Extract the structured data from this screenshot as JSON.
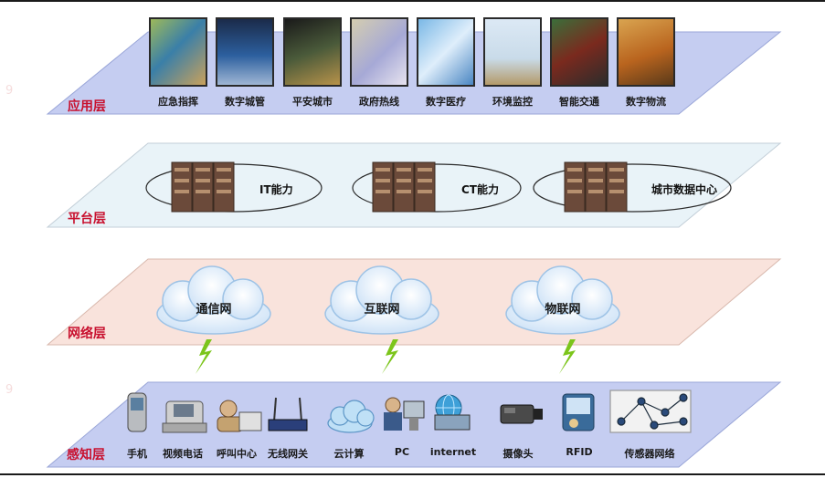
{
  "layers": {
    "application": "应用层",
    "platform": "平台层",
    "network": "网络层",
    "perception": "感知层"
  },
  "applications": [
    "应急指挥",
    "数字城管",
    "平安城市",
    "政府热线",
    "数字医疗",
    "环境监控",
    "智能交通",
    "数字物流"
  ],
  "platform": [
    "IT能力",
    "CT能力",
    "城市数据中心"
  ],
  "networks": [
    "通信网",
    "互联网",
    "物联网"
  ],
  "devices": [
    "手机",
    "视频电话",
    "呼叫中心",
    "无线网关",
    "云计算",
    "PC",
    "internet",
    "摄像头",
    "RFID",
    "传感器网络"
  ],
  "colors": {
    "application_plane": "#c5cdf1",
    "platform_plane": "#e9f3f8",
    "network_plane": "#f9e3dc",
    "perception_plane": "#c5cdf1",
    "layer_label": "#c8102e",
    "server": "#6b4a3a"
  },
  "icons": {
    "applications": [
      "command-center-photo",
      "city-monitoring-photo",
      "control-room-photo",
      "call-center-photo",
      "medical-device-photo",
      "weather-station-photo",
      "truck-photo",
      "logistics-truck-photo"
    ],
    "platform": "server-rack-icon",
    "network": "cloud-icon",
    "link": "lightning-bolt-icon"
  }
}
